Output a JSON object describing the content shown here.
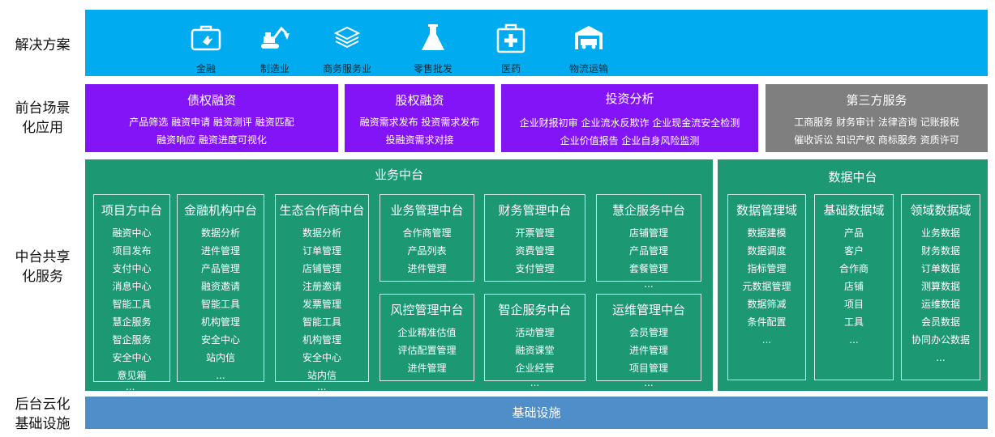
{
  "row_labels": {
    "solutions": "解决方案",
    "front_1": "前台场景",
    "front_2": "化应用",
    "middle_1": "中台共享",
    "middle_2": "化服务",
    "back_1": "后台云化",
    "back_2": "基础设施"
  },
  "solutions": [
    {
      "label": "金融",
      "icon": "medical-bag-icon"
    },
    {
      "label": "制造业",
      "icon": "excavator-icon"
    },
    {
      "label": "商务服务业",
      "icon": "layers-icon"
    },
    {
      "label": "零售批发",
      "icon": "flask-icon"
    },
    {
      "label": "医药",
      "icon": "first-aid-icon"
    },
    {
      "label": "物流运输",
      "icon": "warehouse-truck-icon"
    }
  ],
  "front": {
    "debt": {
      "title": "债权融资",
      "lines": [
        "产品筛选  融资申请  融资测评  融资匹配",
        "融资响应  融资进度可视化"
      ]
    },
    "equity": {
      "title": "股权融资",
      "lines": [
        "融资需求发布  投资需求发布",
        "投融资需求对接"
      ]
    },
    "invest": {
      "title": "投资分析",
      "lines": [
        "企业财报初审  企业流水反欺诈  企业现金流安全检测",
        "企业价值报告  企业自身风险监测"
      ]
    },
    "third": {
      "title": "第三方服务",
      "lines": [
        "工商服务  财务审计  法律咨询  记账报税",
        "催收诉讼  知识产权  商标服务  资质许可"
      ]
    }
  },
  "business": {
    "title": "业务中台",
    "project": {
      "title": "项目方中台",
      "items": [
        "融资中心",
        "项目发布",
        "支付中心",
        "消息中心",
        "智能工具",
        "慧企服务",
        "智企服务",
        "安全中心",
        "意见箱"
      ]
    },
    "finance_org": {
      "title": "金融机构中台",
      "items": [
        "数据分析",
        "进件管理",
        "产品管理",
        "融资邀请",
        "智能工具",
        "机构管理",
        "安全中心",
        "站内信",
        "..."
      ]
    },
    "eco": {
      "title": "生态合作商中台",
      "items": [
        "数据分析",
        "订单管理",
        "店铺管理",
        "注册邀请",
        "发票管理",
        "智能工具",
        "机构管理",
        "安全中心",
        "站内信"
      ]
    },
    "biz_mgmt": {
      "title": "业务管理中台",
      "items": [
        "合作商管理",
        "产品列表",
        "进件管理"
      ]
    },
    "fin_mgmt": {
      "title": "财务管理中台",
      "items": [
        "开票管理",
        "资费管理",
        "支付管理"
      ]
    },
    "hui": {
      "title": "慧企服务中台",
      "items": [
        "店铺管理",
        "产品管理",
        "套餐管理"
      ]
    },
    "risk": {
      "title": "风控管理中台",
      "items": [
        "企业精准估值",
        "评估配置管理",
        "进件管理"
      ]
    },
    "zhi": {
      "title": "智企服务中台",
      "items": [
        "活动管理",
        "融资课堂",
        "企业经营"
      ]
    },
    "ops": {
      "title": "运维管理中台",
      "items": [
        "会员管理",
        "进件管理",
        "项目管理"
      ]
    },
    "ellipsis": "..."
  },
  "data_center": {
    "title": "数据中台",
    "mgmt": {
      "title": "数据管理域",
      "items": [
        "数据建模",
        "数据调度",
        "指标管理",
        "元数据管理",
        "数据筛减",
        "条件配置",
        "..."
      ]
    },
    "base": {
      "title": "基础数据域",
      "items": [
        "产品",
        "客户",
        "合作商",
        "店铺",
        "项目",
        "工具",
        "..."
      ]
    },
    "domain": {
      "title": "领域数据域",
      "items": [
        "业务数据",
        "财务数据",
        "订单数据",
        "测算数据",
        "运维数据",
        "会员数据",
        "协同办公数据",
        "..."
      ]
    }
  },
  "infra": "基础设施"
}
